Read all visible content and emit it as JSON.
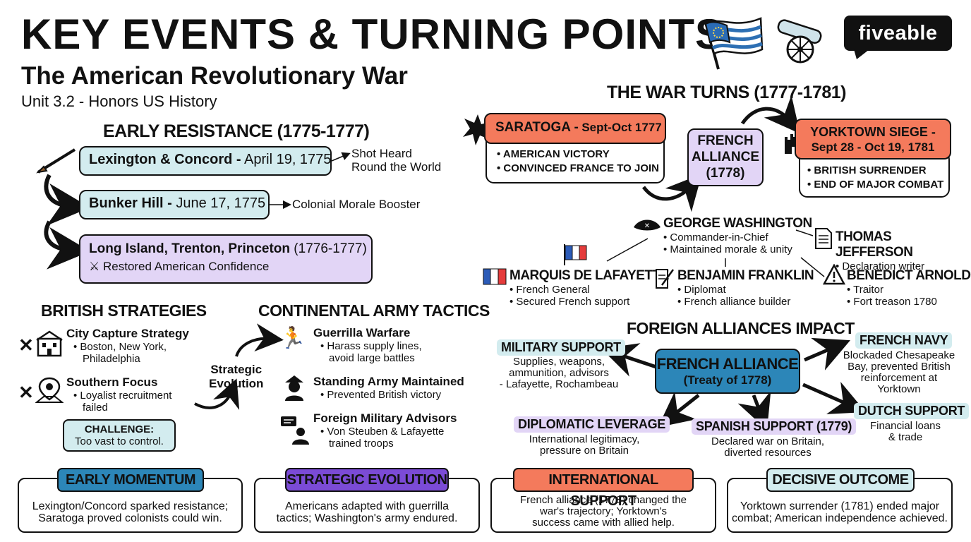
{
  "header": {
    "title": "KEY EVENTS & TURNING POINTS",
    "subtitle": "The American Revolutionary War",
    "unit": "Unit 3.2 - Honors US History",
    "logo": "fiveable"
  },
  "early": {
    "title": "EARLY RESISTANCE (1775-1777)",
    "events": [
      {
        "name": "Lexington & Concord -",
        "date": "April 19, 1775",
        "note1": "Shot Heard",
        "note2": "Round the World"
      },
      {
        "name": "Bunker Hill -",
        "date": "June 17, 1775",
        "note": "Colonial Morale Booster"
      },
      {
        "name": "Long Island, Trenton, Princeton",
        "date": "(1776-1777)",
        "note": "Restored American Confidence"
      }
    ]
  },
  "british": {
    "title": "BRITISH STRATEGIES",
    "items": [
      {
        "title": "City Capture Strategy",
        "b1": "Boston, New York,",
        "b2": "Philadelphia"
      },
      {
        "title": "Southern Focus",
        "b1": "Loyalist recruitment",
        "b2": "failed"
      }
    ],
    "challenge_title": "CHALLENGE:",
    "challenge_text": "Too vast to control."
  },
  "evolution_label1": "Strategic",
  "evolution_label2": "Evolution",
  "continental": {
    "title": "CONTINENTAL ARMY TACTICS",
    "items": [
      {
        "title": "Guerrilla Warfare",
        "b1": "Harass supply lines,",
        "b2": "avoid large battles"
      },
      {
        "title": "Standing Army Maintained",
        "b1": "Prevented British victory"
      },
      {
        "title": "Foreign Military Advisors",
        "b1": "Von Steuben & Lafayette",
        "b2": "trained troops"
      }
    ]
  },
  "war_turns": {
    "title": "THE WAR TURNS (1777-1781)",
    "saratoga": {
      "title": "SARATOGA -",
      "date": "Sept-Oct 1777",
      "b1": "AMERICAN VICTORY",
      "b2": "CONVINCED FRANCE TO JOIN"
    },
    "french_alliance": {
      "l1": "FRENCH",
      "l2": "ALLIANCE",
      "l3": "(1778)"
    },
    "yorktown": {
      "l1": "YORKTOWN SIEGE -",
      "l2": "Sept 28 - Oct 19, 1781",
      "b1": "BRITISH SURRENDER",
      "b2": "END OF MAJOR COMBAT"
    }
  },
  "people": [
    {
      "name": "GEORGE WASHINGTON",
      "b1": "Commander-in-Chief",
      "b2": "Maintained morale & unity"
    },
    {
      "name": "THOMAS JEFFERSON",
      "b1": "Declaration writer"
    },
    {
      "name": "MARQUIS DE LAFAYETTE",
      "b1": "French General",
      "b2": "Secured French support"
    },
    {
      "name": "BENJAMIN FRANKLIN",
      "b1": "Diplomat",
      "b2": "French alliance builder"
    },
    {
      "name": "BENEDICT ARNOLD",
      "b1": "Traitor",
      "b2": "Fort treason 1780"
    }
  ],
  "foreign": {
    "title": "FOREIGN ALLIANCES IMPACT",
    "center1": "FRENCH ALLIANCE",
    "center2": "(Treaty of 1778)",
    "military": {
      "title": "MILITARY SUPPORT",
      "l1": "Supplies, weapons,",
      "l2": "ammunition, advisors",
      "l3": "- Lafayette, Rochambeau"
    },
    "navy": {
      "title": "FRENCH NAVY",
      "l1": "Blockaded Chesapeake",
      "l2": "Bay, prevented British",
      "l3": "reinforcement at",
      "l4": "Yorktown"
    },
    "diplomatic": {
      "title": "DIPLOMATIC LEVERAGE",
      "l1": "International legitimacy,",
      "l2": "pressure on Britain"
    },
    "spanish": {
      "title": "SPANISH SUPPORT (1779)",
      "l1": "Declared war on Britain,",
      "l2": "diverted resources"
    },
    "dutch": {
      "title": "DUTCH SUPPORT",
      "l1": "Financial loans",
      "l2": "& trade"
    }
  },
  "bottom": [
    {
      "tag": "EARLY MOMENTUM",
      "l1": "Lexington/Concord sparked resistance;",
      "l2": "Saratoga proved colonists could win.",
      "l3": ""
    },
    {
      "tag": "STRATEGIC EVOLUTION",
      "l1": "Americans adapted with guerrilla",
      "l2": "tactics; Washington's army endured.",
      "l3": ""
    },
    {
      "tag": "INTERNATIONAL SUPPORT",
      "l1": "French alliance (1778) changed the",
      "l2": "war's trajectory; Yorktown's",
      "l3": "success came with allied help."
    },
    {
      "tag": "DECISIVE OUTCOME",
      "l1": "Yorktown surrender (1781) ended major",
      "l2": "combat; American independence achieved.",
      "l3": ""
    }
  ],
  "colors": {
    "teal": "#d3ecef",
    "lavender": "#e2d5f6",
    "coral": "#f47a5c",
    "blue": "#2c86b8",
    "purple": "#7b4bd6"
  }
}
